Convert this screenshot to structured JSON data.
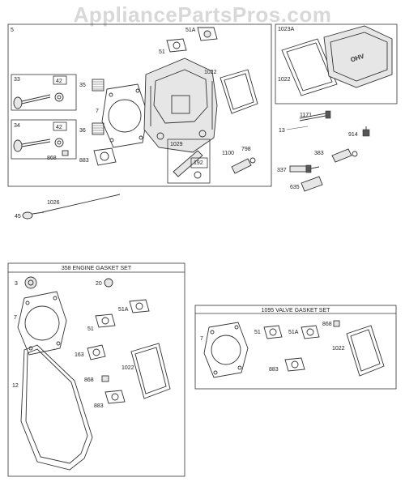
{
  "watermark": "AppliancePartsPros.com",
  "top_assembly": {
    "box_label": "5",
    "inset_valve_1": {
      "label": "33",
      "sub": "42"
    },
    "inset_valve_2": {
      "label": "34",
      "sub": "42",
      "extra": "868"
    },
    "inset_rocker": {
      "label": "1029",
      "sub": "192"
    },
    "inset_cover": {
      "label": "1023A",
      "gasket": "1022"
    },
    "part_labels": {
      "p51a": "51A",
      "p51": "51",
      "p1022": "1022",
      "p35": "35",
      "p7": "7",
      "p36": "36",
      "p883": "883",
      "p1100": "1100",
      "p798": "798",
      "p1171": "1171",
      "p13": "13",
      "p914": "914",
      "p383": "383",
      "p337": "337",
      "p635": "635",
      "p1026": "1026",
      "p45": "45"
    }
  },
  "engine_gasket_set": {
    "title": "358 ENGINE GASKET SET",
    "part_labels": {
      "p3": "3",
      "p20": "20",
      "p7": "7",
      "p51a": "51A",
      "p51": "51",
      "p12": "12",
      "p163": "163",
      "p1022": "1022",
      "p868": "868",
      "p883": "883"
    }
  },
  "valve_gasket_set": {
    "title": "1095 VALVE GASKET SET",
    "part_labels": {
      "p7": "7",
      "p51": "51",
      "p51a": "51A",
      "p868": "868",
      "p1022": "1022",
      "p883": "883"
    }
  }
}
